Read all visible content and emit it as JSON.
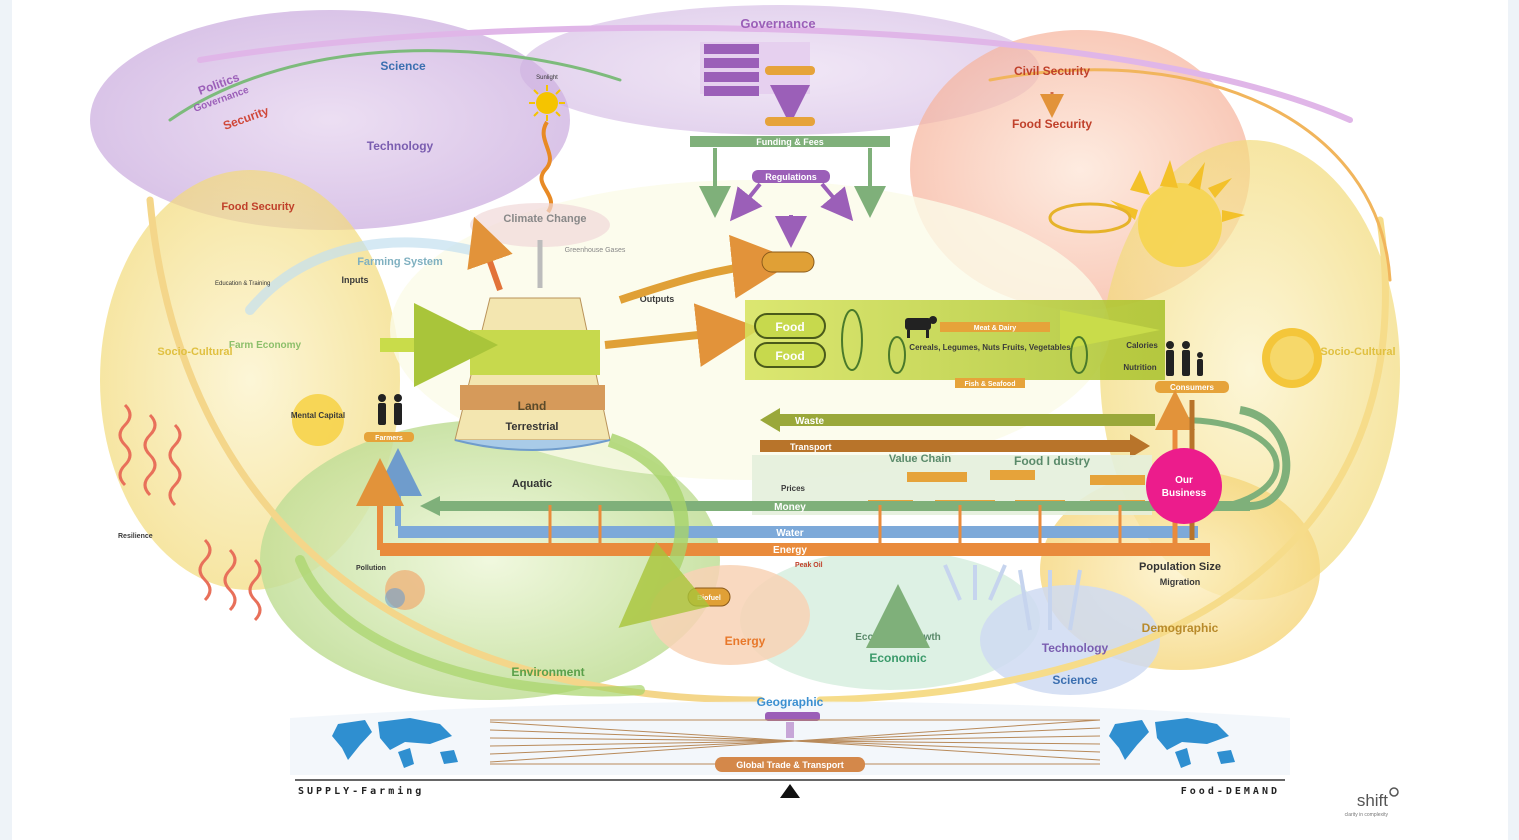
{
  "regions": {
    "governance": "Governance",
    "politics": "Politics",
    "governance_left": "Governance",
    "science_top": "Science",
    "security": "Security",
    "technology_top": "Technology",
    "food_security_left": "Food Security",
    "climate_change": "Climate Change",
    "greenhouse_gases": "Greenhouse Gases",
    "farming_system": "Farming System",
    "farm_economy": "Farm Economy",
    "socio_cultural_left": "Socio-Cultural",
    "socio_cultural_right": "Socio-Cultural",
    "civil_security": "Civil Security",
    "food_security_right": "Food Security",
    "land": "Land",
    "terrestrial": "Terrestrial",
    "aquatic": "Aquatic",
    "value_chain": "Value Chain",
    "food_industry": "Food I  dustry",
    "energy_region": "Energy",
    "economic": "Economic",
    "economic_growth": "Economic Growth",
    "technology_bottom": "Technology",
    "science_bottom": "Science",
    "demographic": "Demographic",
    "population_size": "Population Size",
    "environment": "Environment",
    "geographic": "Geographic"
  },
  "bars": {
    "funding": "Funding & Fees",
    "regulations": "Regulations",
    "waste": "Waste",
    "transport": "Transport",
    "money": "Money",
    "water": "Water",
    "energy": "Energy",
    "global_trade": "Global Trade & Transport"
  },
  "nodes": {
    "food1": "Food",
    "food2": "Food",
    "consumers": "Consumers",
    "farmers": "Farmers",
    "mental_capital": "Mental Capital",
    "outputs": "Outputs",
    "inputs": "Inputs",
    "calories": "Calories",
    "nutrition": "Nutrition",
    "sunlight": "Sunlight",
    "cereals": "Cereals, Legumes, Nuts Fruits, Vegetables",
    "meat_dairy": "Meat & Dairy",
    "fish_seafood": "Fish & Seafood",
    "prices": "Prices",
    "migration": "Migration",
    "biofuel": "Biofuel",
    "peak_oil": "Peak Oil",
    "education": "Education & Training",
    "pollution": "Pollution",
    "resilience": "Resilience"
  },
  "highlight": {
    "label_line1": "Our",
    "label_line2": "Business",
    "color": "#ec1c8c"
  },
  "footer": {
    "supply": "SUPPLY-Farming",
    "demand": "Food-DEMAND",
    "brand": "shift",
    "brand_tagline": "clarity in complexity"
  },
  "colors": {
    "governance": "#c7a6d8",
    "science": "#8fb8d8",
    "civil": "#f2a08a",
    "socio": "#f1d36b",
    "environment": "#b9d98a",
    "economic": "#9fd0b0",
    "demographic": "#f6d77c",
    "energy_bar": "#e98b3c",
    "water_bar": "#7da9d9",
    "money_bar": "#7fb07a",
    "waste_bar": "#9aa83a",
    "transport_bar": "#b8742a",
    "food_band": "#b9cc2e",
    "globe": "#2f8fd0"
  }
}
